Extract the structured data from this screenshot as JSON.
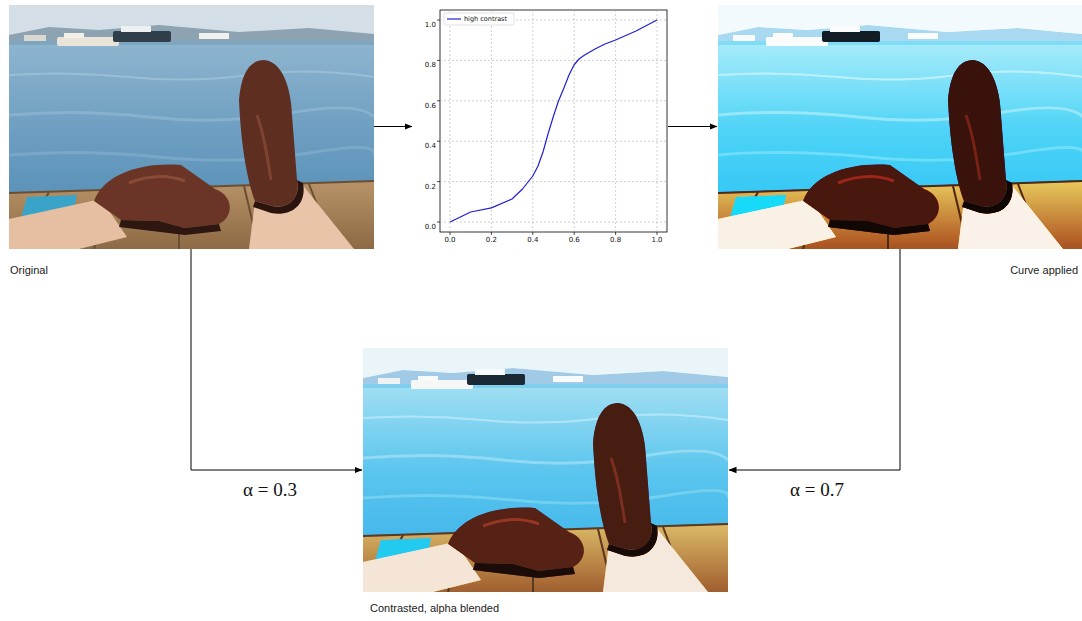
{
  "diagram": {
    "nodes": [
      {
        "text": [
          "Original"
        ]
      },
      {
        "text": [
          "1.0",
          "0.8",
          "0.6",
          "0.4",
          "0.2",
          "0.0",
          "0.0",
          "0.2",
          "0.4",
          "0.6",
          "0.8",
          "1.0"
        ]
      },
      {
        "text": [
          "Curve applied"
        ]
      },
      {
        "text": [
          "Contrasted, alpha blended"
        ]
      }
    ],
    "edges": [
      {
        "from": 0,
        "to": 1,
        "arrow": "to"
      },
      {
        "from": 1,
        "to": 2,
        "arrow": "to"
      },
      {
        "from": 0,
        "to": 3,
        "arrow": "to",
        "label": "α = 0.3"
      },
      {
        "from": 2,
        "to": 3,
        "arrow": "to",
        "label": "α = 0.7"
      }
    ],
    "legend": [
      {
        "text": "high contrast"
      }
    ]
  }
}
